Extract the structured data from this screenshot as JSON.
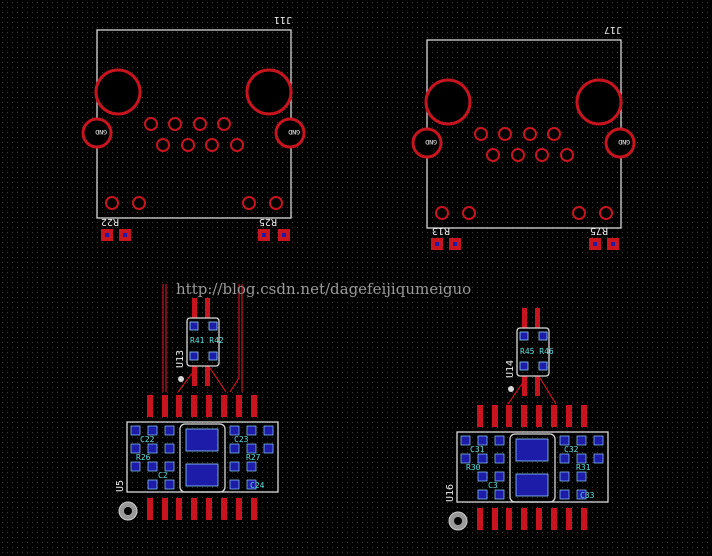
{
  "watermark": "http://blog.csdn.net/dagefeijiqumeiguo",
  "colors": {
    "background": "#000000",
    "grid_dot": "#3c3c3c",
    "copper_pad": "#c8141e",
    "drill_hole": "#000000",
    "via_pad": "#1c1ca8",
    "silkscreen": "#d8d8d8",
    "net_label": "#5fe0e0",
    "watermark": "#9a9a9a"
  },
  "labels": {
    "j11_ref": "J11",
    "j17_ref": "J17",
    "gnd": "GND",
    "r22": "R22",
    "r25": "R25",
    "r13": "R13",
    "r75": "R75",
    "u13": "U13",
    "u14": "U14",
    "u5": "U5",
    "u16": "U16"
  }
}
